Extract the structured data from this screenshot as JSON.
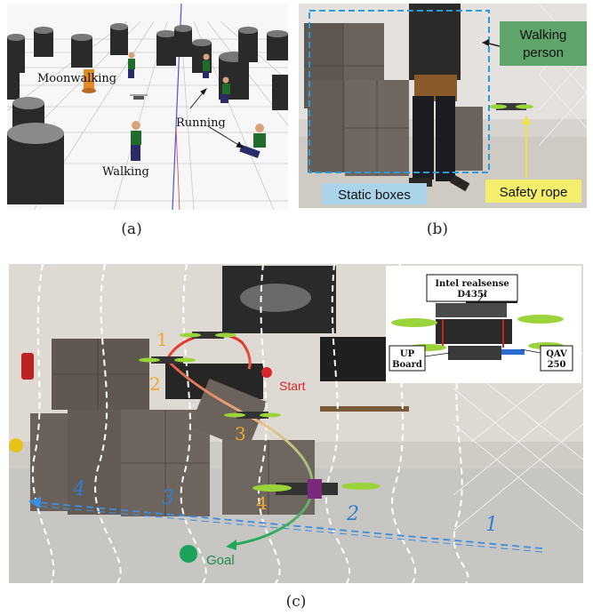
{
  "panel_a": {
    "caption": "(a)",
    "labels": {
      "moonwalking": "Moonwalking",
      "running": "Running",
      "walking": "Walking"
    }
  },
  "panel_b": {
    "caption": "(b)",
    "labels": {
      "walking_person_line1": "Walking",
      "walking_person_line2": "person",
      "static_boxes": "Static boxes",
      "safety_rope": "Safety rope"
    },
    "colors": {
      "person_tag": "#5fa56b",
      "boxes_tag": "#a9d4ea",
      "rope_tag": "#f3ee6c",
      "dashed_box": "#2a9bd8"
    }
  },
  "panel_c": {
    "caption": "(c)",
    "labels": {
      "sensor_line1": "Intel realsense",
      "sensor_line2": "D435i",
      "board_line1": "UP",
      "board_line2": "Board",
      "frame_line1": "QAV",
      "frame_line2": "250",
      "start": "Start",
      "goal": "Goal"
    },
    "orange_numbers": [
      "1",
      "2",
      "3",
      "4"
    ],
    "blue_numbers": [
      "1",
      "2",
      "3",
      "4"
    ],
    "colors": {
      "orange_num": "#f2a72b",
      "blue_num": "#2f7fd1",
      "start": "#d8262b",
      "goal_dot": "#1aa35a",
      "goal_text": "#1f8c4e"
    }
  }
}
